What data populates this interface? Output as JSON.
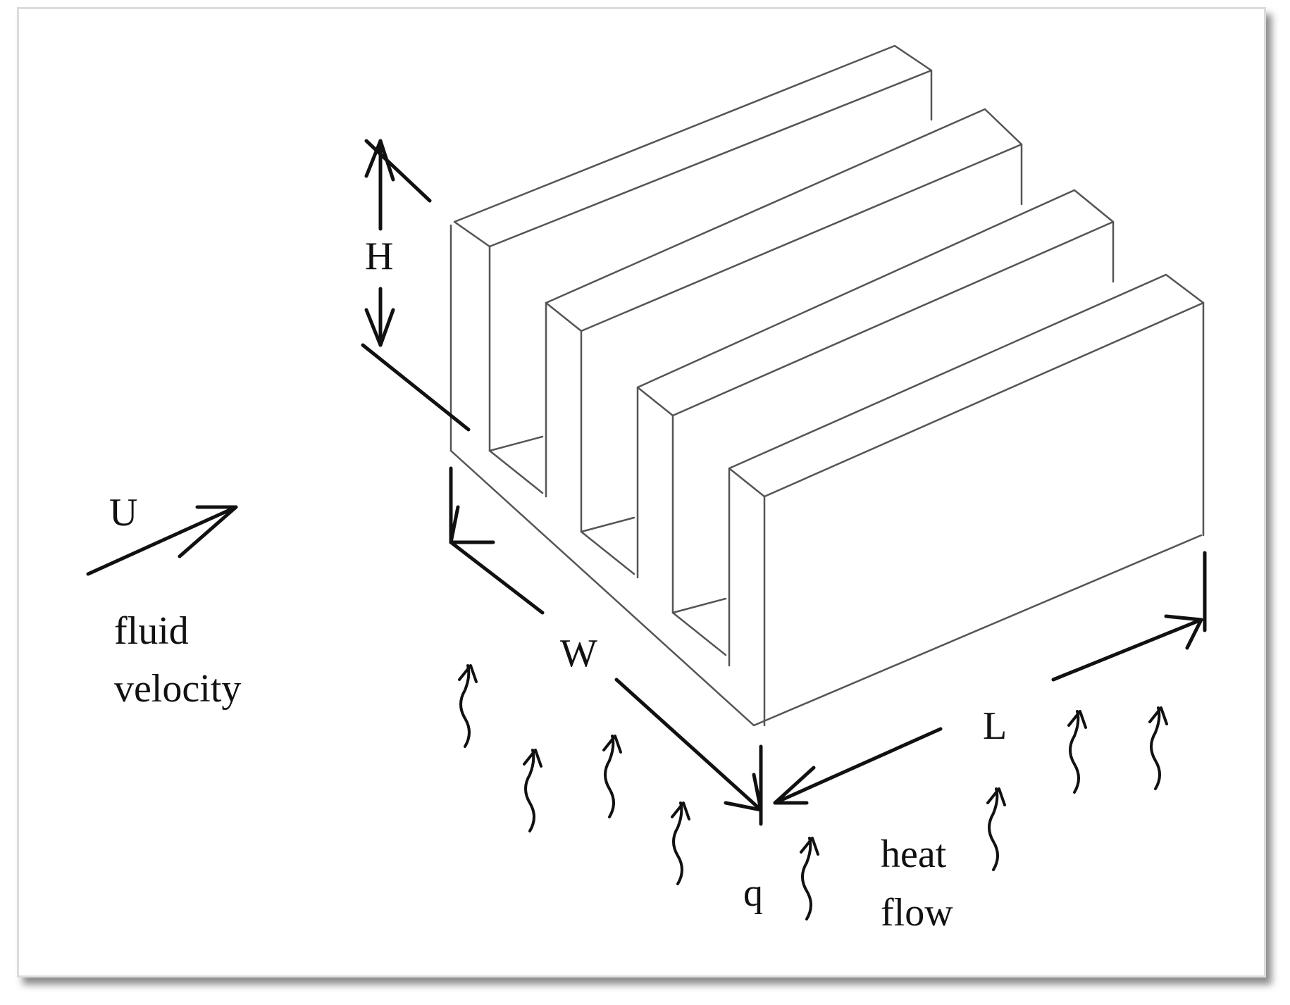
{
  "labels": {
    "H": "H",
    "U": "U",
    "fluid": "fluid",
    "velocity": "velocity",
    "W": "W",
    "L": "L",
    "q": "q",
    "heat": "heat",
    "flow": "flow"
  },
  "colors": {
    "ink": "#111111",
    "fin_line": "#555555",
    "frame_border": "#dcdcdc"
  }
}
